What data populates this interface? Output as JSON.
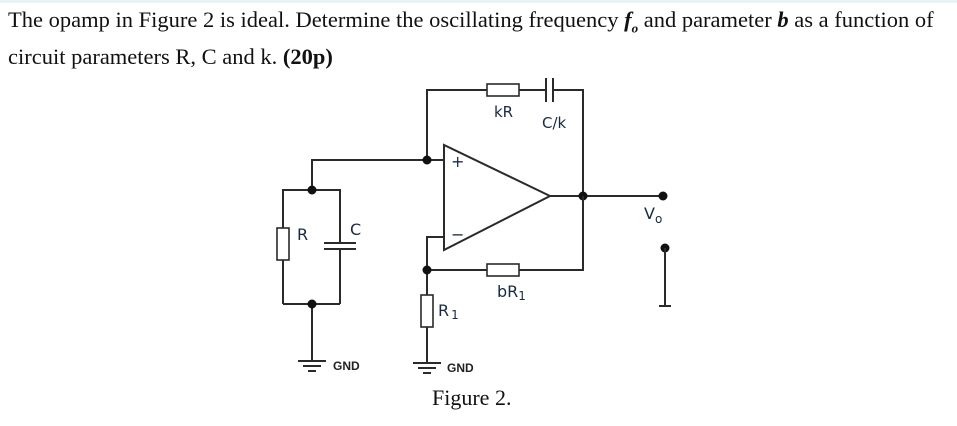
{
  "question": {
    "part1": "The opamp in Figure 2 is ideal. Determine the oscillating frequency ",
    "fo_symbol": "f",
    "fo_sub": "o",
    "part2": " and parameter ",
    "b_symbol": "b",
    "part3": " as a function of circuit parameters R, C and k. ",
    "points": "(20p)"
  },
  "circuit": {
    "labels": {
      "kR": "kR",
      "C_over_k": "C/k",
      "R": "R",
      "C": "C",
      "R1_main": "R",
      "R1_sub": "1",
      "bR1_main": "bR",
      "bR1_sub": "1",
      "Vo_main": "V",
      "Vo_sub": "o",
      "gnd_left": "GND",
      "gnd_right": "GND",
      "plus": "+",
      "minus": "−"
    },
    "caption": "Figure 2."
  }
}
